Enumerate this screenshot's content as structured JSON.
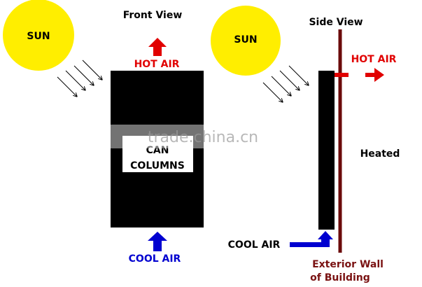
{
  "front_view": {
    "title": "Front View",
    "sun_label": "SUN",
    "hot_air_label": "HOT AIR",
    "panel_label_line1": "CAN",
    "panel_label_line2": "COLUMNS",
    "cool_air_label": "COOL AIR"
  },
  "side_view": {
    "title": "Side View",
    "sun_label": "SUN",
    "hot_air_label": "HOT AIR",
    "heated_label": "Heated",
    "cool_air_label": "COOL AIR",
    "wall_label_line1": "Exterior Wall",
    "wall_label_line2": "of Building"
  },
  "watermark": "trade.china.cn",
  "colors": {
    "sun": "#ffee00",
    "hot_air": "#e10000",
    "cool_air": "#0000d0",
    "wall": "#6b0a0a",
    "wall_label": "#7a1212",
    "panel": "#000000"
  }
}
